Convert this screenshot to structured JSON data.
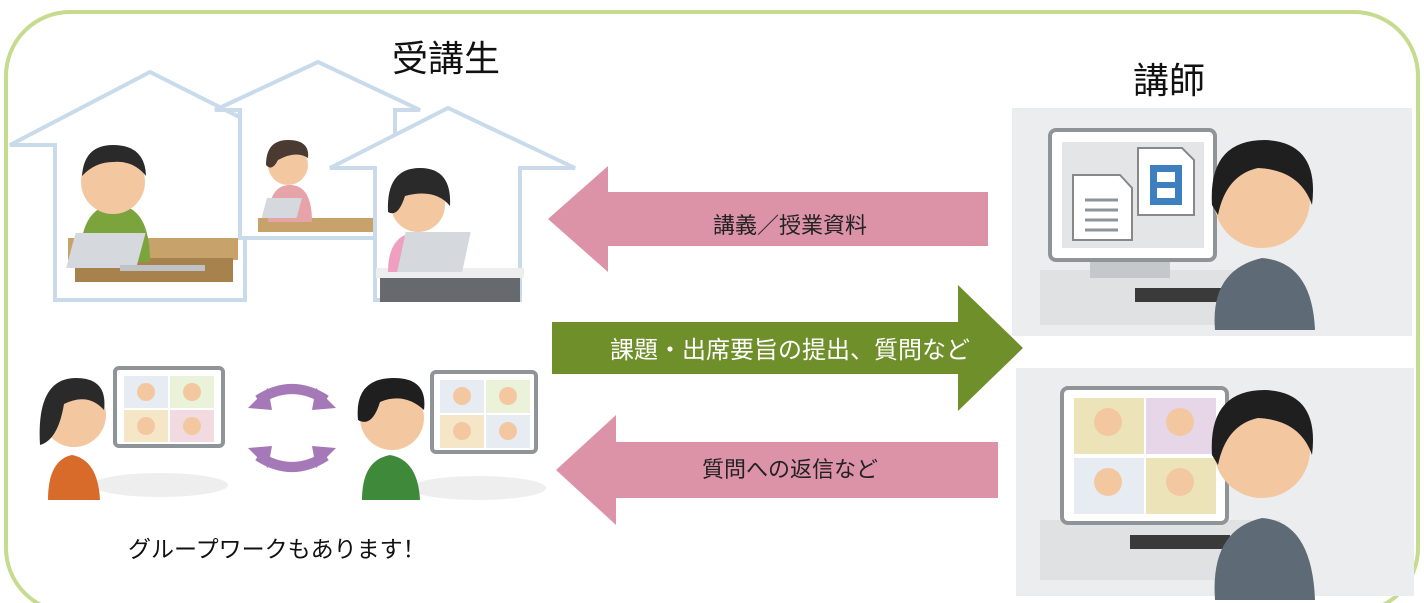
{
  "students": {
    "title": "受講生"
  },
  "teacher": {
    "title": "講師"
  },
  "arrows": {
    "lecture_materials": "講義／授業資料",
    "submissions": "課題・出席要旨の提出、質問など",
    "replies": "質問への返信など"
  },
  "group_work": {
    "note": "グループワークもあります！"
  },
  "colors": {
    "frame_border": "#c5dc8f",
    "pink_arrow": "#dc93a8",
    "green_arrow": "#6f8f2b",
    "purple_arrow": "#a579b8",
    "house_outline": "#c9dbea"
  }
}
